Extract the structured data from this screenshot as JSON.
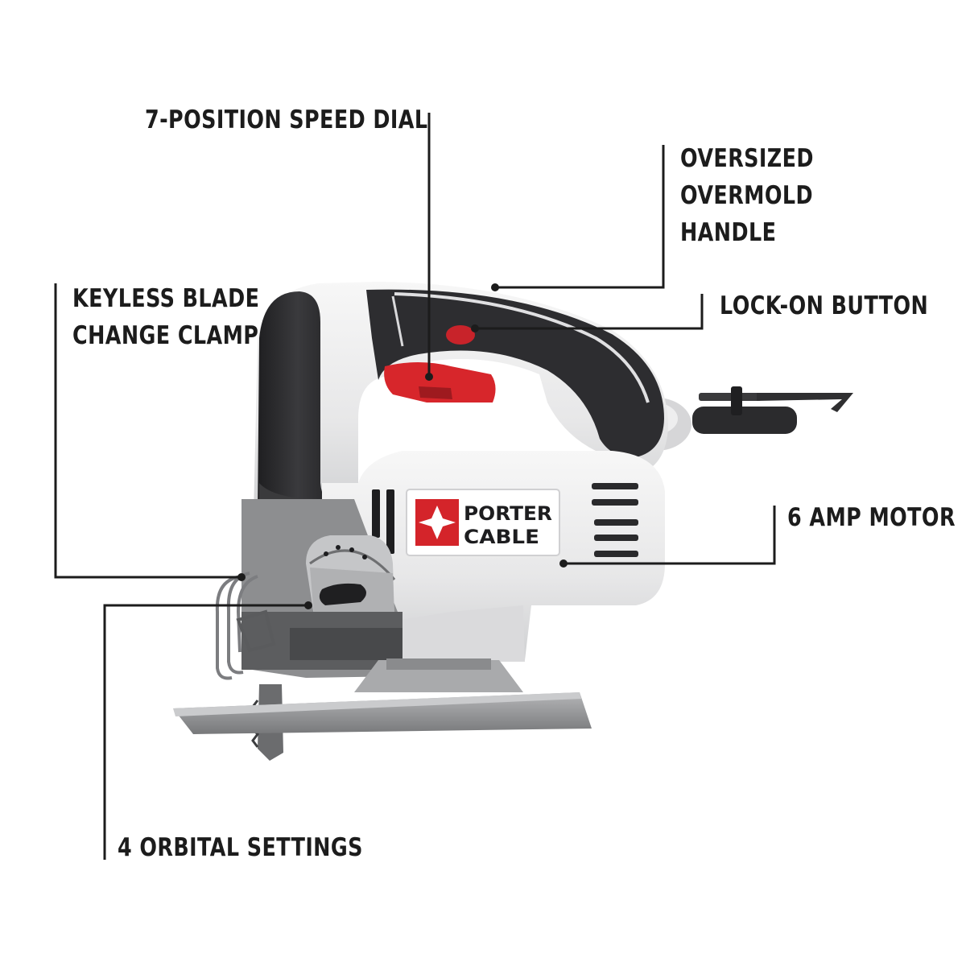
{
  "product": {
    "brand_line1": "PORTER",
    "brand_line2": "CABLE"
  },
  "callouts": {
    "speed_dial": {
      "lines": [
        "7-POSITION SPEED DIAL"
      ]
    },
    "handle": {
      "lines": [
        "OVERSIZED",
        "OVERMOLD",
        "HANDLE"
      ]
    },
    "lock_on": {
      "lines": [
        "LOCK-ON BUTTON"
      ]
    },
    "blade_clamp": {
      "lines": [
        "KEYLESS BLADE",
        "CHANGE CLAMP"
      ]
    },
    "motor": {
      "lines": [
        "6 AMP MOTOR"
      ]
    },
    "orbital": {
      "lines": [
        "4 ORBITAL SETTINGS"
      ]
    }
  },
  "colors": {
    "label_text": "#1c1c1c",
    "leader_line": "#1c1c1c",
    "body_white": "#e9e9ea",
    "grip_black": "#2e2e30",
    "trigger_red": "#d7262b",
    "shoe_gray": "#8f9092",
    "brand_red": "#d4242a"
  }
}
